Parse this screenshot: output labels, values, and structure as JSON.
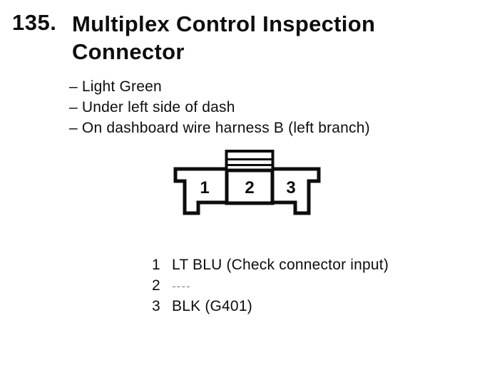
{
  "heading": {
    "item_number": "135.",
    "lines": [
      "Multiplex Control Inspection",
      "Connector"
    ]
  },
  "notes": [
    "– Light Green",
    "– Under left side of dash",
    "– On dashboard wire harness B (left branch)"
  ],
  "connector": {
    "cavity_labels": [
      "1",
      "2",
      "3"
    ]
  },
  "pin_table": {
    "rows": [
      {
        "pin": "1",
        "wire": "LT BLU (Check connector input)"
      },
      {
        "pin": "2",
        "wire": "----"
      },
      {
        "pin": "3",
        "wire": "BLK (G401)"
      }
    ]
  },
  "colors": {
    "ink": "#0d0d0d",
    "paper": "#ffffff"
  }
}
